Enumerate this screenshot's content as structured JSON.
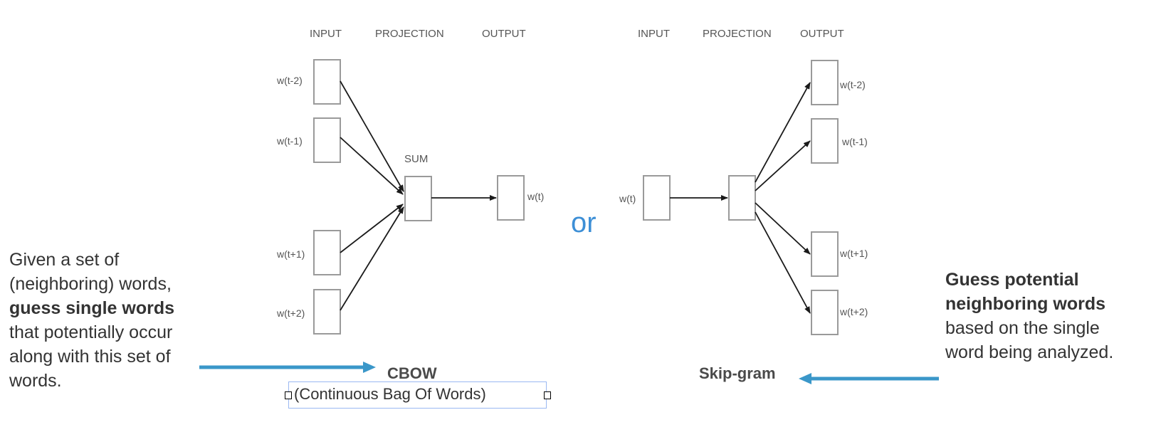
{
  "cbow": {
    "headers": {
      "input": "INPUT",
      "projection": "PROJECTION",
      "output": "OUTPUT"
    },
    "inputs": [
      "w(t-2)",
      "w(t-1)",
      "w(t+1)",
      "w(t+2)"
    ],
    "projection_label": "SUM",
    "output": "w(t)",
    "title": "CBOW",
    "subtitle": "(Continuous Bag Of Words)"
  },
  "separator": "or",
  "skipgram": {
    "headers": {
      "input": "INPUT",
      "projection": "PROJECTION",
      "output": "OUTPUT"
    },
    "input": "w(t)",
    "outputs": [
      "w(t-2)",
      "w(t-1)",
      "w(t+1)",
      "w(t+2)"
    ],
    "title": "Skip-gram"
  },
  "descriptions": {
    "left": {
      "pre": "Given a set of (neighboring) words, ",
      "bold": "guess single words",
      "post": " that potentially occur along with this set of words."
    },
    "right": {
      "bold": "Guess potential neighboring words",
      "post": " based on the single word being analyzed."
    }
  },
  "colors": {
    "accent": "#3a97c9",
    "or_text": "#3d8fd6",
    "selection_border": "#9ab8f2"
  }
}
